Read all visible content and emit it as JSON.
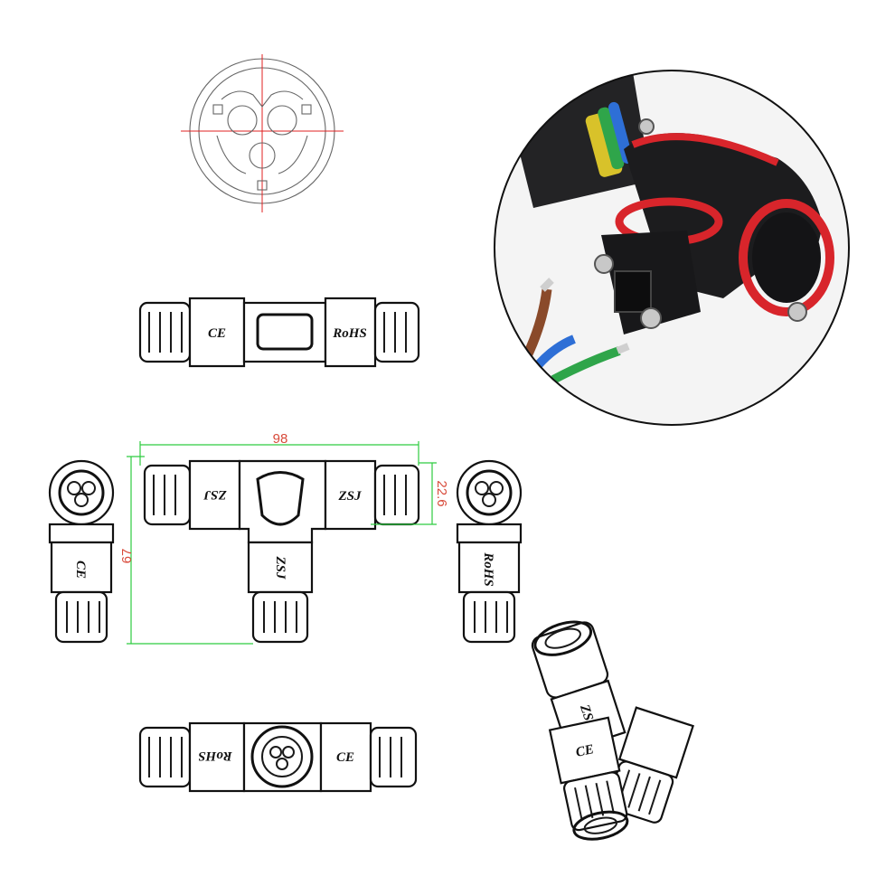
{
  "colors": {
    "dimension_line": "#2ecc40",
    "dimension_text": "#d84a3a",
    "centerline": "#e02020",
    "drawing_ink": "#111111",
    "seal_ring": "#d8252b",
    "housing": "#1c1c1e"
  },
  "dimensions": {
    "length": "98",
    "height": "67",
    "diameter": "22.6"
  },
  "markings": {
    "brand": "ZSJ",
    "brand_mirrored": "ZSJ",
    "rohs": "RoHS",
    "ce": "CE"
  },
  "photo": {
    "subject": "black 3-way T waterproof connector with red seal rings and wires",
    "wire_colors": [
      "#8a4a2a",
      "#2e6fd6",
      "#2fa54a",
      "#d8c22a"
    ]
  },
  "icons": [
    "pin-face-icon",
    "connector-photo",
    "t-connector-drawing",
    "isometric-connector-drawing"
  ]
}
